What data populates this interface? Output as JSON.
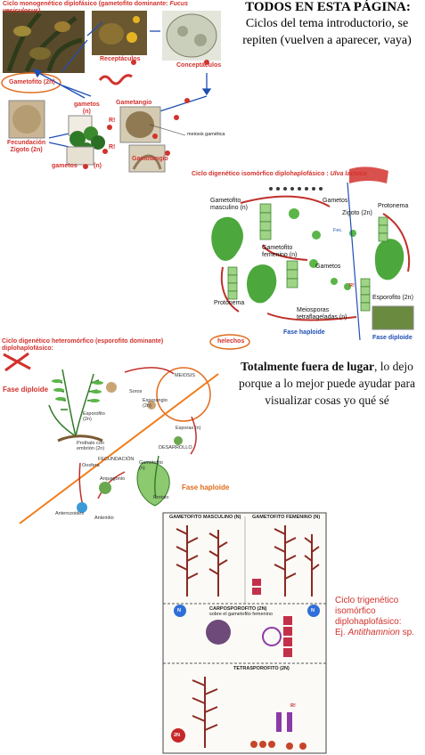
{
  "intro": {
    "heading": "TODOS EN ESTA PÁGINA:",
    "body": "Ciclos del tema introductorio, se repiten (vuelven a aparecer, vaya)"
  },
  "fucus": {
    "title_prefix": "Ciclo monogenético diplofásico (gametofito dominante: ",
    "title_species": "Fucus vesiculosus",
    "title_suffix": ")",
    "receptaculos": "Receptáculos",
    "conceptaculos": "Conceptáculos",
    "gametofito": "Gametofito (2n)",
    "gametos_n": "gametos\n(n)",
    "gametangio": "Gametangio",
    "ri_1": "R!",
    "ri_2": "R!",
    "meiosis": "meiosis gamética",
    "fecundacion": "Fecundación\nZigoto (2n)",
    "gametos_bottom": "gametos",
    "gametos_bottom_n": "(n)",
    "gamotangio": "Gamotangio"
  },
  "ulva": {
    "title_prefix": "Ciclo digenético isomórfico diplohaplofásico : ",
    "title_species": "Ulva lactuca",
    "gametofito_masculino": "Gametofito\nmasculino (n)",
    "gametos_top": "Gametos",
    "zigoto": "Zigoto (2n)",
    "protonema_top": "Protonema",
    "gametofito_femenino": "Gametofito\nfemenino (n)",
    "fec": "Fec.",
    "gametos_mid": "Gametos",
    "esporofito": "Esporofito (2n)",
    "protonema_bottom": "Protonema",
    "meiosporas": "Meiosporas\ntetraflageladas (n)",
    "ri": "R!",
    "fase_haploide": "Fase haploide",
    "fase_diploide": "Fase diploide"
  },
  "helecho": {
    "title": "Ciclo digenético heteromórfico (esporofito dominante) diplohaplofásico:",
    "circled": "helechos",
    "fase_diploide": "Fase diploide",
    "fase_haploide": "Fase haploide",
    "labels": {
      "soros": "Soros",
      "esporangio": "Esporangio\n(2n)",
      "meiosis": "MEIOSIS",
      "esporofito": "Esporofito\n(2n)",
      "esporas": "Esporas (n)",
      "prothalo": "Prothalo con\nembrión (2n)",
      "desarrollo": "DESARROLLO",
      "oosfera": "Oosfera",
      "fecundacion": "FECUNDACIÓN",
      "gametofito": "Gametofito\n(n)",
      "arquegonio": "Arquegonio",
      "protalo": "Protalo",
      "anterozoides": "Anterozoides",
      "anteridio": "Anteridio"
    }
  },
  "note": {
    "bold": "Totalmente fuera de lugar",
    "rest": ", lo dejo porque a lo mejor puede ayudar para visualizar cosas yo qué sé"
  },
  "antithamnion": {
    "caption_line1": "Ciclo trigenético",
    "caption_line2": "isomórfico",
    "caption_line3": "diplohaplofásico:",
    "caption_prefix": "Ej. ",
    "caption_species": "Antithamnion",
    "caption_suffix": " sp.",
    "header_left": "GAMETOFITO MASCULINO (N)",
    "header_right": "GAMETOFITO FEMENINO (N)",
    "carposporofito": "CARPOSPOROFITO (2N)",
    "carpo_sub": "sobre el gametofito femenino",
    "tetrasporofito": "TETRASPOROFITO (2N)",
    "n_badge": "N",
    "two_n_badge": "2N",
    "ri": "R!"
  },
  "colors": {
    "accent_red": "#d2322d",
    "arrow_blue": "#1f4fb4",
    "divider_orange": "#f07c1a",
    "algae_green": "#4ca83c",
    "red_algae": "#8a2a22"
  }
}
